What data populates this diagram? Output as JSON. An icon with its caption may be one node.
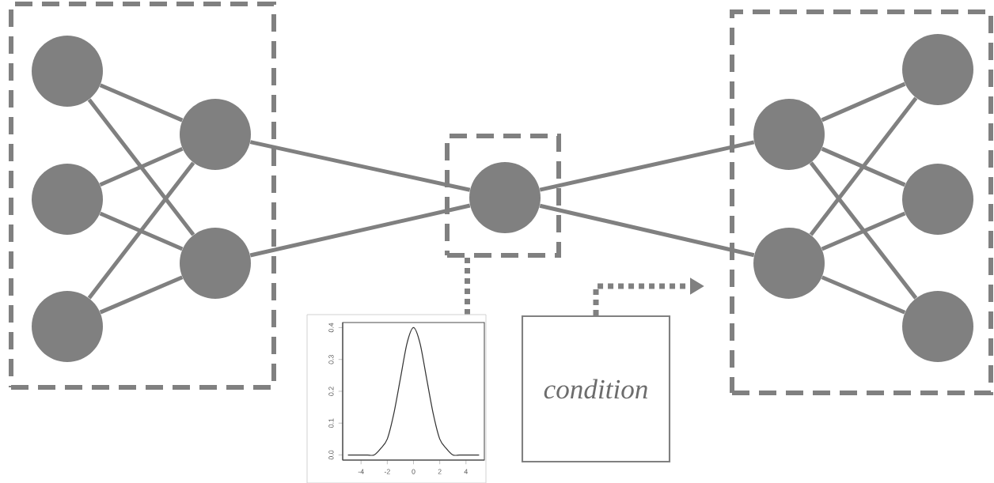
{
  "diagram": {
    "nodes": [
      {
        "text": [],
        "shape": "box"
      },
      {
        "text": [],
        "shape": "circle",
        "in": 0
      },
      {
        "text": [],
        "shape": "circle",
        "in": 0
      },
      {
        "text": [],
        "shape": "circle",
        "in": 0
      },
      {
        "text": [],
        "shape": "circle",
        "in": 0
      },
      {
        "text": [],
        "shape": "circle",
        "in": 0
      },
      {
        "text": [],
        "shape": "box"
      },
      {
        "text": [],
        "shape": "circle",
        "in": 6
      },
      {
        "text": [],
        "shape": "box"
      },
      {
        "text": [],
        "shape": "circle",
        "in": 8
      },
      {
        "text": [],
        "shape": "circle",
        "in": 8
      },
      {
        "text": [],
        "shape": "circle",
        "in": 8
      },
      {
        "text": [],
        "shape": "circle",
        "in": 8
      },
      {
        "text": [],
        "shape": "circle",
        "in": 8
      },
      {
        "text": [],
        "shape": "box"
      },
      {
        "text": [
          "condition"
        ]
      }
    ],
    "edges": [
      {
        "from": 1,
        "to": 4,
        "arrow": "none"
      },
      {
        "from": 1,
        "to": 5,
        "arrow": "none"
      },
      {
        "from": 2,
        "to": 4,
        "arrow": "none"
      },
      {
        "from": 2,
        "to": 5,
        "arrow": "none"
      },
      {
        "from": 3,
        "to": 4,
        "arrow": "none"
      },
      {
        "from": 3,
        "to": 5,
        "arrow": "none"
      },
      {
        "from": 4,
        "to": 7,
        "arrow": "none"
      },
      {
        "from": 5,
        "to": 7,
        "arrow": "none"
      },
      {
        "from": 7,
        "to": 9,
        "arrow": "none"
      },
      {
        "from": 7,
        "to": 10,
        "arrow": "none"
      },
      {
        "from": 9,
        "to": 11,
        "arrow": "none"
      },
      {
        "from": 9,
        "to": 12,
        "arrow": "none"
      },
      {
        "from": 9,
        "to": 13,
        "arrow": "none"
      },
      {
        "from": 10,
        "to": 11,
        "arrow": "none"
      },
      {
        "from": 10,
        "to": 12,
        "arrow": "none"
      },
      {
        "from": 10,
        "to": 13,
        "arrow": "none"
      },
      {
        "from": 6,
        "to": 14,
        "arrow": "none",
        "style": "dashed"
      },
      {
        "from": 15,
        "to": 8,
        "arrow": "to",
        "style": "dashed"
      }
    ],
    "chart_data": {
      "type": "line",
      "x": [
        -5,
        -4.5,
        -4,
        -3.5,
        -3,
        -2.5,
        -2,
        -1.5,
        -1,
        -0.5,
        0,
        0.5,
        1,
        1.5,
        2,
        2.5,
        3,
        3.5,
        4,
        4.5,
        5
      ],
      "series": [
        {
          "color": "#333333",
          "values": [
            0.0,
            0.0,
            0.0,
            0.0,
            0.0,
            0.02,
            0.05,
            0.13,
            0.24,
            0.35,
            0.4,
            0.35,
            0.24,
            0.13,
            0.05,
            0.02,
            0.0,
            0.0,
            0.0,
            0.0,
            0.0
          ]
        }
      ],
      "xlim": [
        -5.4,
        5.4
      ],
      "ylim": [
        -0.016,
        0.416
      ],
      "xticks": [
        -4,
        -2,
        0,
        2,
        4
      ],
      "yticks": [
        {
          "value": 0,
          "label": "0.0"
        },
        {
          "value": 0.1,
          "label": "0.1"
        },
        {
          "value": 0.2,
          "label": "0.2"
        },
        {
          "value": 0.3,
          "label": "0.3"
        },
        {
          "value": 0.4,
          "label": "0.4"
        }
      ]
    }
  }
}
